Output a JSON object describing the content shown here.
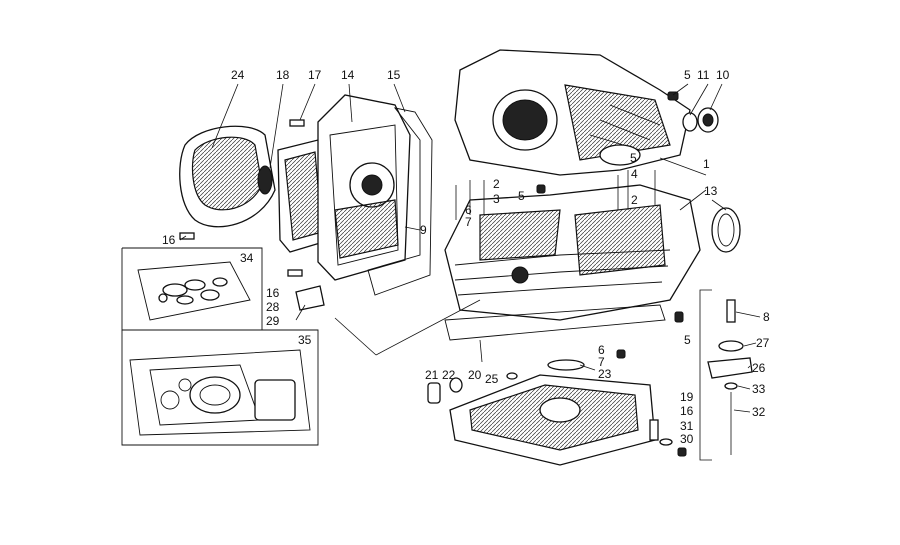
{
  "labels": {
    "p1": "1",
    "p2a": "2",
    "p2b": "2",
    "p3": "3",
    "p4": "4",
    "p5a": "5",
    "p5b": "5",
    "p5c": "5",
    "p5d": "5",
    "p6a": "6",
    "p6b": "6",
    "p7a": "7",
    "p7b": "7",
    "p8": "8",
    "p9": "9",
    "p10": "10",
    "p11": "11",
    "p13": "13",
    "p14": "14",
    "p15": "15",
    "p16a": "16",
    "p16b": "16",
    "p16c": "16",
    "p17": "17",
    "p18": "18",
    "p19": "19",
    "p20": "20",
    "p21": "21",
    "p22": "22",
    "p23": "23",
    "p24": "24",
    "p25": "25",
    "p26": "26",
    "p27": "27",
    "p28": "28",
    "p29": "29",
    "p30": "30",
    "p31": "31",
    "p32": "32",
    "p33": "33",
    "p34": "34",
    "p35": "35"
  }
}
